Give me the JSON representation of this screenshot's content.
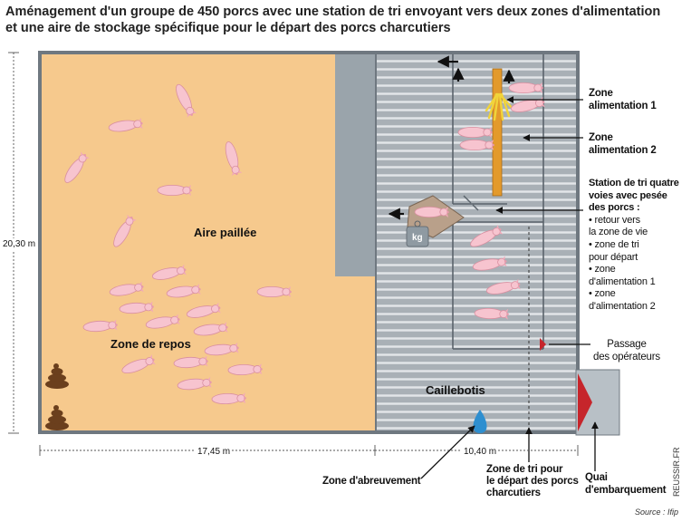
{
  "title": {
    "line1": "Aménagement d'un groupe de 450 porcs avec une station de tri envoyant vers deux zones d'alimentation",
    "line2": "et une aire de stockage spécifique pour le départ des porcs charcutiers"
  },
  "dimensions": {
    "height": "20,30 m",
    "width_straw": "17,45 m",
    "width_slatted": "10,40 m"
  },
  "zones": {
    "straw_area": "Aire paillée",
    "rest_zone": "Zone de repos",
    "slatted_floor": "Caillebotis",
    "weigh_unit": "kg"
  },
  "callouts": {
    "feeding1": [
      "Zone",
      "alimentation 1"
    ],
    "feeding2": [
      "Zone",
      "alimentation 2"
    ],
    "sorting_station": {
      "heading": [
        "Station de tri quatre",
        "voies avec pesée",
        "des porcs :"
      ],
      "items": [
        "• retour vers",
        "la zone de vie",
        "• zone de tri",
        "pour départ",
        "• zone",
        "d'alimentation 1",
        "• zone",
        "d'alimentation 2"
      ]
    },
    "operators": [
      "Passage",
      "des opérateurs"
    ],
    "water": "Zone d'abreuvement",
    "sort_zone": [
      "Zone de tri pour",
      "le départ des porcs",
      "charcutiers"
    ],
    "loading": [
      "Quai",
      "d'embarquement"
    ]
  },
  "credit_vertical": "REUSSIR.FR",
  "source": "Source : Ifip",
  "colors": {
    "straw": "#f6c98d",
    "slat": "#a9b0b6",
    "slat_line": "#e3e6e9",
    "wall": "#9aa4ab",
    "pig": "#f7c4cf",
    "pig_outline": "#d98fa0",
    "feeder": "#e39a2c",
    "water": "#2e8fd0",
    "loading_red": "#c6252b",
    "manure": "#6b3f1d"
  }
}
